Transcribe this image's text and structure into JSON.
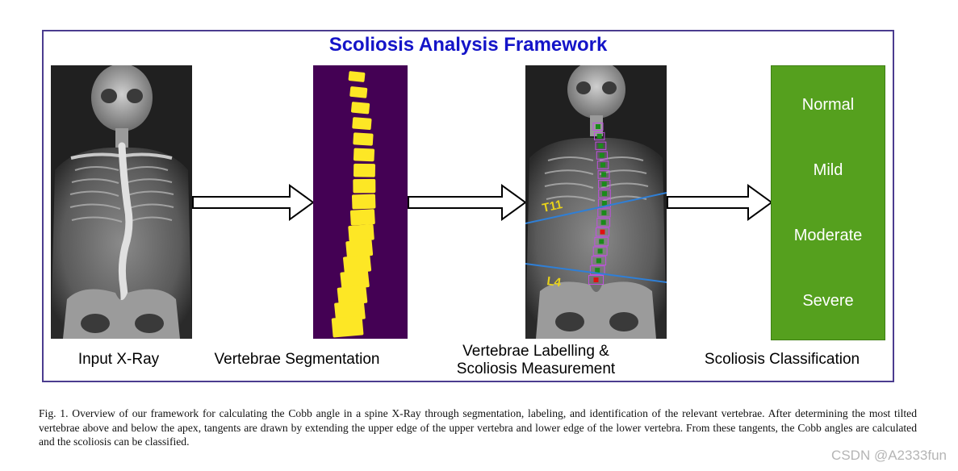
{
  "title": "Scoliosis Analysis Framework",
  "stages": {
    "input": "Input X-Ray",
    "segmentation": "Vertebrae Segmentation",
    "measurement_line1": "Vertebrae Labelling &",
    "measurement_line2": "Scoliosis Measurement",
    "classification": "Scoliosis Classification"
  },
  "measurement_labels": {
    "upper": "T11",
    "lower": "L4"
  },
  "classes": [
    "Normal",
    "Mild",
    "Moderate",
    "Severe"
  ],
  "caption": "Fig. 1.  Overview of our framework for calculating the Cobb angle in a spine X-Ray through segmentation, labeling, and identification of the relevant vertebrae. After determining the most tilted vertebrae above and below the apex, tangents are drawn by extending the upper edge of the upper vertebra and lower edge of the lower vertebra. From these tangents, the Cobb angles are calculated and the scoliosis can be classified.",
  "watermark": "CSDN @A2333fun",
  "colors": {
    "frame": "#4b3c8f",
    "title": "#1414c8",
    "segmentation_background": "#440154",
    "vertebra_fill": "#fde725",
    "classification_box": "#55a01e",
    "tangent_line": "#2f7fd6",
    "label_yellow": "#e8d21a",
    "vertebra_marker_green": "#1b8a1b",
    "vertebra_marker_red": "#e01010",
    "vertebra_outline": "#c050e0"
  }
}
